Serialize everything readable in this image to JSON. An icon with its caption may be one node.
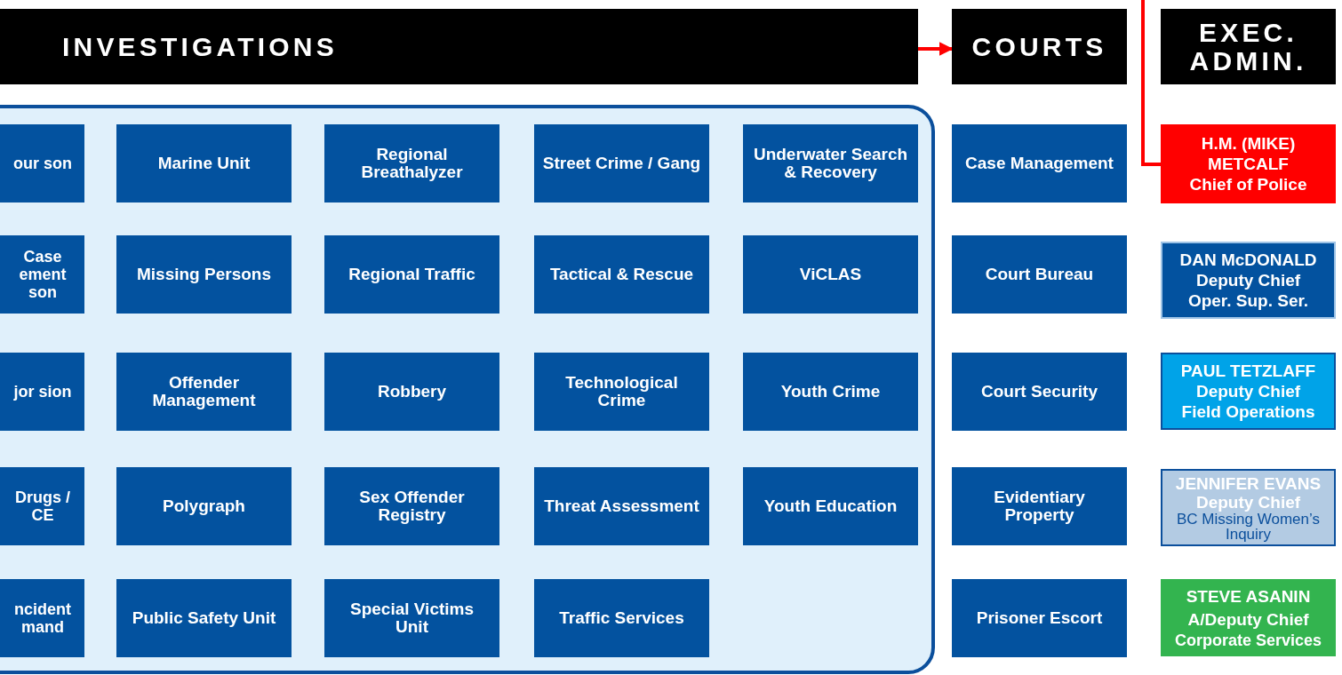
{
  "diagram": {
    "nodes": [
      {
        "text": [
          "INVESTIGATIONS"
        ]
      },
      {
        "text": [
          "COURTS"
        ]
      },
      {
        "text": [
          "EXEC. ADMIN."
        ]
      },
      {
        "text": [],
        "shape": "box"
      },
      {
        "text": [
          "our son"
        ],
        "in": 3
      },
      {
        "text": [
          "Marine Unit"
        ],
        "in": 3
      },
      {
        "text": [
          "Regional Breathalyzer"
        ],
        "in": 3
      },
      {
        "text": [
          "Street Crime / Gang"
        ],
        "in": 3
      },
      {
        "text": [
          "Underwater Search & Recovery"
        ],
        "in": 3
      },
      {
        "text": [
          "Case ement son"
        ],
        "in": 3
      },
      {
        "text": [
          "Missing Persons"
        ],
        "in": 3
      },
      {
        "text": [
          "Regional Traffic"
        ],
        "in": 3
      },
      {
        "text": [
          "Tactical & Rescue"
        ],
        "in": 3
      },
      {
        "text": [
          "ViCLAS"
        ],
        "in": 3
      },
      {
        "text": [
          "jor sion"
        ],
        "in": 3
      },
      {
        "text": [
          "Offender Management"
        ],
        "in": 3
      },
      {
        "text": [
          "Robbery"
        ],
        "in": 3
      },
      {
        "text": [
          "Technological Crime"
        ],
        "in": 3
      },
      {
        "text": [
          "Youth Crime"
        ],
        "in": 3
      },
      {
        "text": [
          "Drugs / CE"
        ],
        "in": 3
      },
      {
        "text": [
          "Polygraph"
        ],
        "in": 3
      },
      {
        "text": [
          "Sex Offender Registry"
        ],
        "in": 3
      },
      {
        "text": [
          "Threat Assessment"
        ],
        "in": 3
      },
      {
        "text": [
          "Youth Education"
        ],
        "in": 3
      },
      {
        "text": [
          "ncident mand"
        ],
        "in": 3
      },
      {
        "text": [
          "Public Safety Unit"
        ],
        "in": 3
      },
      {
        "text": [
          "Special Victims Unit"
        ],
        "in": 3
      },
      {
        "text": [
          "Traffic Services"
        ],
        "in": 3
      },
      {
        "text": [
          "Case Management"
        ]
      },
      {
        "text": [
          "Court Bureau"
        ]
      },
      {
        "text": [
          "Court Security"
        ]
      },
      {
        "text": [
          "Evidentiary Property"
        ]
      },
      {
        "text": [
          "Prisoner Escort"
        ]
      },
      {
        "text": [
          "H.M. (MIKE) METCALF",
          "Chief of Police"
        ]
      },
      {
        "text": [
          "DAN McDONALD",
          "Deputy Chief",
          "Oper. Sup. Ser."
        ]
      },
      {
        "text": [
          "PAUL TETZLAFF",
          "Deputy Chief",
          "Field  Operations"
        ]
      },
      {
        "text": [
          "JENNIFER EVANS",
          "Deputy Chief",
          "BC Missing Women’s Inquiry"
        ]
      },
      {
        "text": [
          "STEVE ASANIN",
          "A/Deputy Chief",
          "Corporate Services"
        ]
      }
    ],
    "edges": [
      {
        "from": 0,
        "to": 1,
        "arrow": "to"
      },
      {
        "from": null,
        "to": 33,
        "arrow": "none"
      }
    ]
  }
}
